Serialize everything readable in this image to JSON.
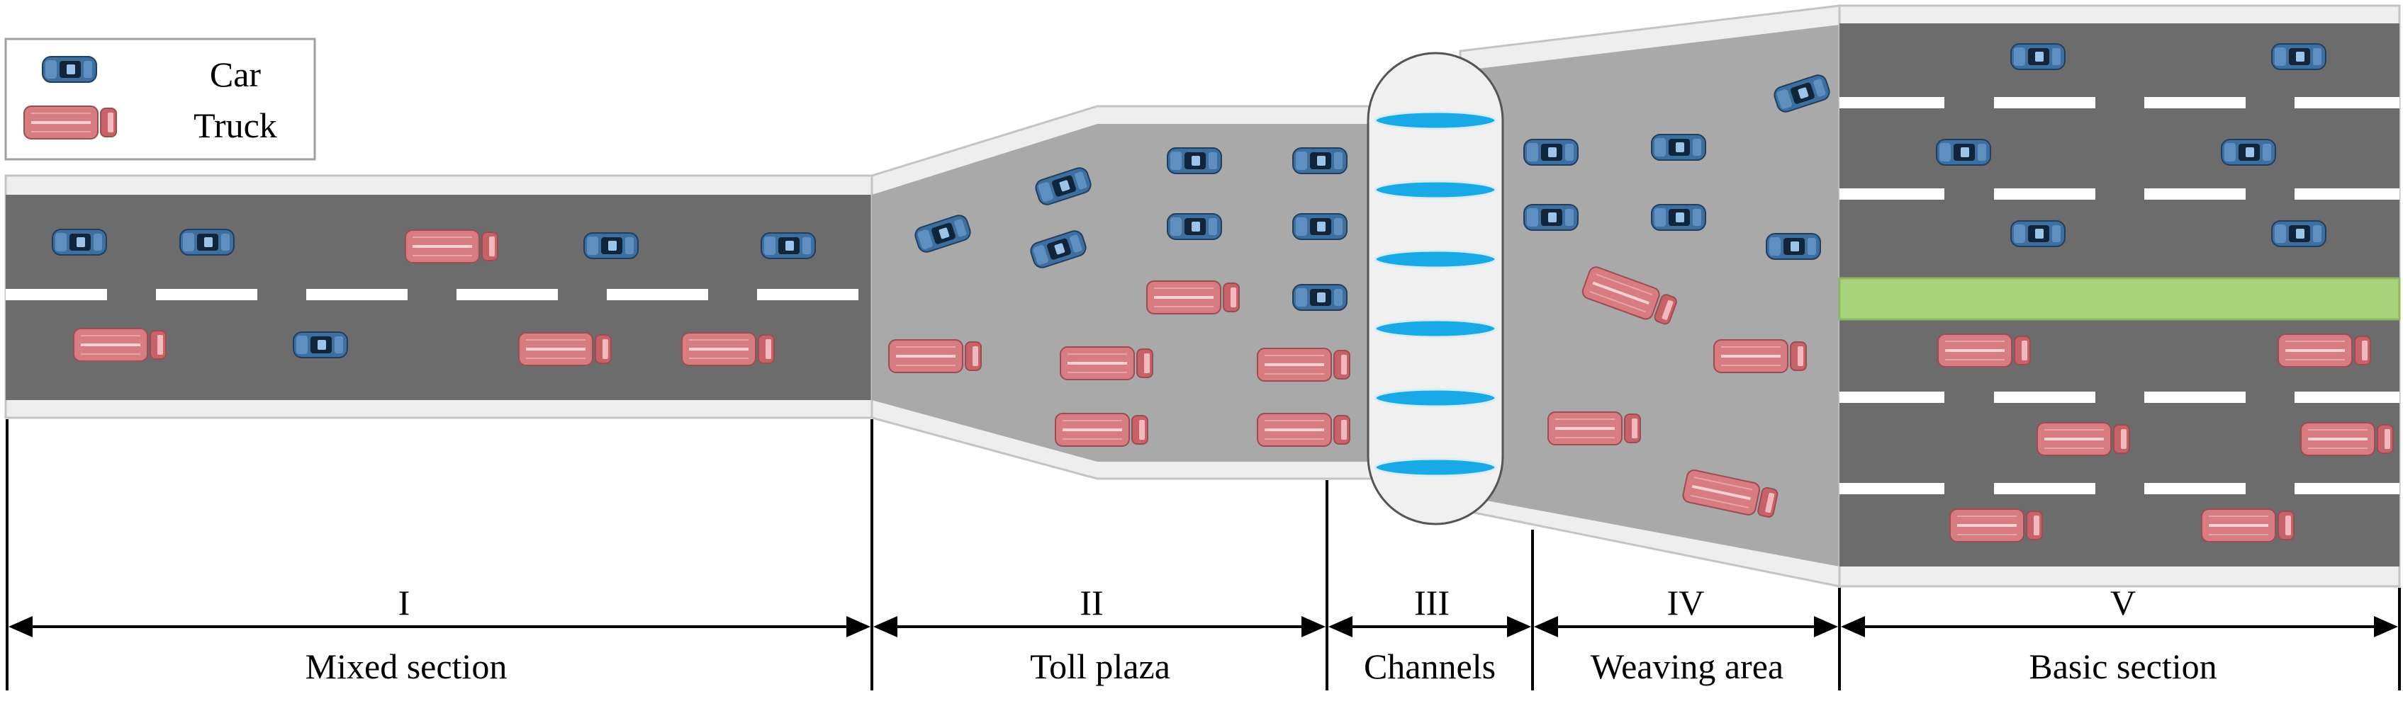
{
  "legend": {
    "items": [
      {
        "label": "Car",
        "icon": "car-icon",
        "color": "#3f6f9e"
      },
      {
        "label": "Truck",
        "icon": "truck-icon",
        "color": "#d77c80"
      }
    ]
  },
  "sections": [
    {
      "numeral": "I",
      "name": "Mixed section"
    },
    {
      "numeral": "II",
      "name": "Toll plaza"
    },
    {
      "numeral": "III",
      "name": "Channels"
    },
    {
      "numeral": "IV",
      "name": "Weaving area"
    },
    {
      "numeral": "V",
      "name": "Basic section"
    }
  ],
  "colors": {
    "road_dark": "#6c6c6c",
    "road_light": "#a9a9a9",
    "shoulder": "#eeeeee",
    "lane_marking": "#ffffff",
    "median": "#a8d37c",
    "toll_lane": "#19a9e6",
    "car_body": "#3f6f9e",
    "truck_body": "#d77c80"
  }
}
